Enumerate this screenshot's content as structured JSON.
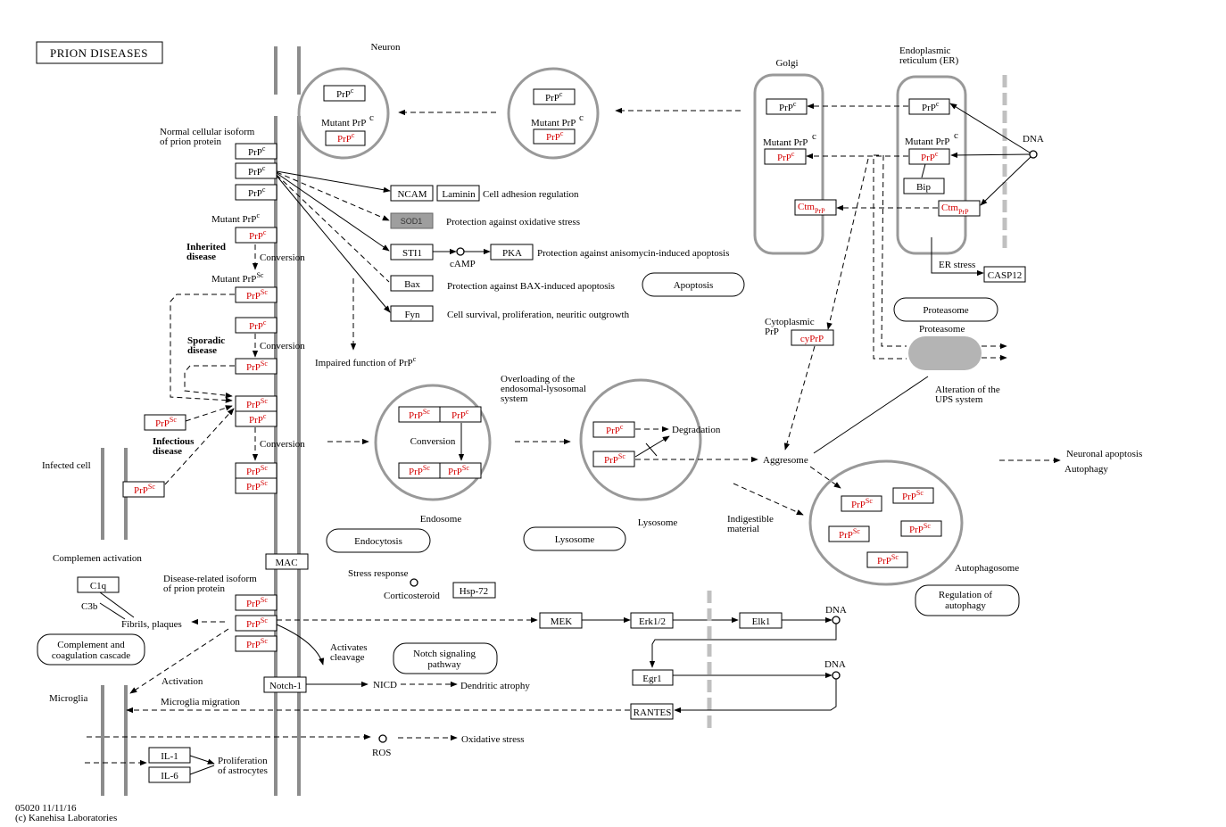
{
  "title": "PRION DISEASES",
  "footer": {
    "code": "05020 11/11/16",
    "copyright": "(c) Kanehisa Laboratories"
  },
  "compartments": {
    "neuron": "Neuron",
    "golgi": "Golgi",
    "er_line1": "Endoplasmic",
    "er_line2": "reticulum (ER)",
    "infected_cell": "Infected cell",
    "microglia": "Microglia",
    "endosome": "Endosome",
    "lysosome": "Lysosome",
    "autophagosome": "Autophagosome",
    "proteasome": "Proteasome"
  },
  "prp": {
    "base": "PrP",
    "c": "c",
    "sc": "Sc",
    "mutant": "Mutant PrP",
    "cyprp": "cyPrP",
    "ctm": "Ctm",
    "ctm_sub": "PrP"
  },
  "genes": {
    "ncam": "NCAM",
    "laminin": "Laminin",
    "sod1": "SOD1",
    "sti1": "STI1",
    "pka": "PKA",
    "bax": "Bax",
    "fyn": "Fyn",
    "bip": "Bip",
    "casp12": "CASP12",
    "mac": "MAC",
    "c1q": "C1q",
    "hsp72": "Hsp-72",
    "mek": "MEK",
    "erk": "Erk1/2",
    "elk1": "Elk1",
    "egr1": "Egr1",
    "rantes": "RANTES",
    "notch1": "Notch-1",
    "il1": "IL-1",
    "il6": "IL-6"
  },
  "labels": {
    "normal_isoform_1": "Normal cellular isoform",
    "normal_isoform_2": "of prion protein",
    "inherited_1": "Inherited",
    "inherited_2": "disease",
    "sporadic_1": "Sporadic",
    "sporadic_2": "disease",
    "infectious_1": "Infectious",
    "infectious_2": "disease",
    "conversion": "Conversion",
    "cell_adhesion": "Cell adhesion regulation",
    "oxidative_protection": "Protection against oxidative stress",
    "anisomycin": "Protection against anisomycin-induced apoptosis",
    "bax_protection": "Protection against BAX-induced apoptosis",
    "survival": "Cell survival, proliferation, neuritic outgrowth",
    "camp": "cAMP",
    "impaired": "Impaired function of PrP",
    "dna": "DNA",
    "er_stress": "ER stress",
    "cyto_1": "Cytoplasmic",
    "cyto_2": "PrP",
    "alteration_1": "Alteration of the",
    "alteration_2": "UPS system",
    "overloading_1": "Overloading of the",
    "overloading_2": "endosomal-lysosomal",
    "overloading_3": "system",
    "degradation": "Degradation",
    "aggresome": "Aggresome",
    "indigestible_1": "Indigestible",
    "indigestible_2": "material",
    "neuronal_apoptosis": "Neuronal apoptosis",
    "autophagy": "Autophagy",
    "complement_activation": "Complemen activation",
    "c3b": "C3b",
    "fibrils": "Fibrils, plaques",
    "disease_isoform_1": "Disease-related isoform",
    "disease_isoform_2": "of prion protein",
    "stress_response": "Stress response",
    "corticosteroid": "Corticosteroid",
    "activates_1": "Activates",
    "activates_2": "cleavage",
    "activation": "Activation",
    "nicd": "NICD",
    "dendritic": "Dendritic atrophy",
    "microglia_migration": "Microglia migration",
    "ros": "ROS",
    "oxidative_stress": "Oxidative stress",
    "proliferation_1": "Proliferation",
    "proliferation_2": "of astrocytes"
  },
  "pathways": {
    "apoptosis": "Apoptosis",
    "proteasome": "Proteasome",
    "endocytosis": "Endocytosis",
    "lysosome": "Lysosome",
    "regulation_autophagy_1": "Regulation of",
    "regulation_autophagy_2": "autophagy",
    "complement_1": "Complement and",
    "complement_2": "coagulation cascade",
    "notch_1": "Notch signaling",
    "notch_2": "pathway"
  },
  "colors": {
    "disease_gene": "#d40000",
    "membrane": "#8c8c8c",
    "organelle": "#999999",
    "sod1_fill": "#9e9e9e"
  }
}
